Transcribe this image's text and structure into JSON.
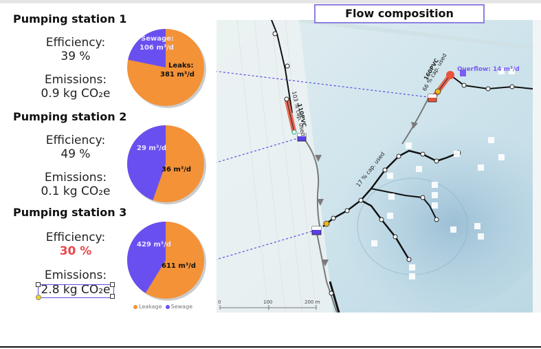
{
  "header": {
    "map_title": "Flow composition"
  },
  "stations": [
    {
      "title": "Pumping station 1",
      "efficiency_label": "Efficiency:",
      "efficiency_value": "39 %",
      "efficiency_alert": false,
      "emissions_label": "Emissions:",
      "emissions_value": "0.9 kg CO₂e",
      "pie": {
        "sewage": 106,
        "leakage": 381,
        "sewage_label_line1": "Sewage:",
        "sewage_label_line2": "106 m³/d",
        "leakage_label_line1": "Leaks:",
        "leakage_label_line2": "381 m³/d"
      }
    },
    {
      "title": "Pumping station 2",
      "efficiency_label": "Efficiency:",
      "efficiency_value": "49 %",
      "efficiency_alert": false,
      "emissions_label": "Emissions:",
      "emissions_value": "0.1 kg CO₂e",
      "pie": {
        "sewage": 29,
        "leakage": 36,
        "sewage_label_line1": "",
        "sewage_label_line2": "29 m³/d",
        "leakage_label_line1": "",
        "leakage_label_line2": "36 m³/d"
      }
    },
    {
      "title": "Pumping station 3",
      "efficiency_label": "Efficiency:",
      "efficiency_value": "30 %",
      "efficiency_alert": true,
      "emissions_label": "Emissions:",
      "emissions_value": "2.8 kg CO₂e",
      "pie": {
        "sewage": 429,
        "leakage": 611,
        "sewage_label_line1": "",
        "sewage_label_line2": "429 m³/d",
        "leakage_label_line1": "",
        "leakage_label_line2": "611 m³/d"
      }
    }
  ],
  "legend": [
    {
      "label": "Leakage",
      "color": "#f39237"
    },
    {
      "label": "Sewage",
      "color": "#6a4ff0"
    }
  ],
  "colors": {
    "leakage": "#f39237",
    "sewage": "#6a4ff0",
    "alert": "#e8474a",
    "overloaded_pipe": "#e8533a",
    "overflow_text": "#7a5cf0"
  },
  "map": {
    "pipe_labels": [
      {
        "name": "110PVC",
        "capacity": "103 % cap. used"
      },
      {
        "name": "160PVC",
        "capacity": "66 % cap. used"
      },
      {
        "name": "",
        "capacity": "17 % cap. used"
      }
    ],
    "overflow_label": "Overflow: 14 m³/d",
    "scale": {
      "ticks": [
        "0",
        "100",
        "200 m"
      ]
    }
  }
}
